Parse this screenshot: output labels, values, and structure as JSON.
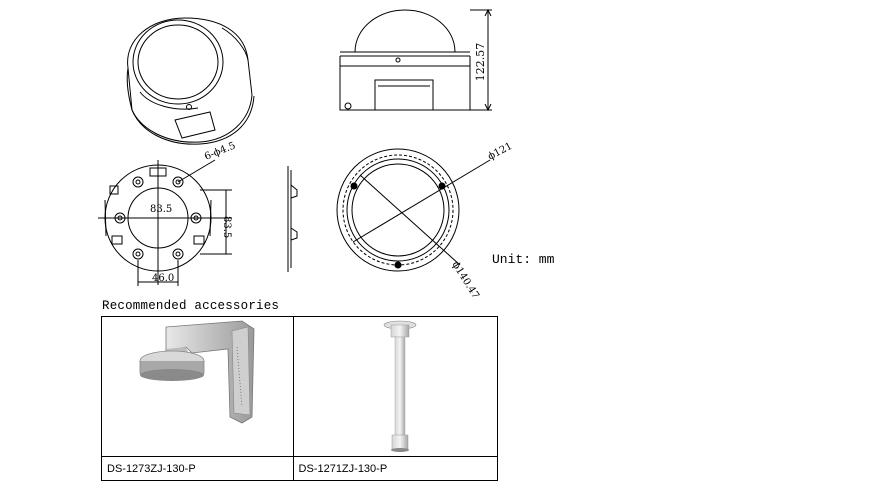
{
  "dimensions": {
    "height": "122.57",
    "hole_pattern": "6-ϕ4.5",
    "inner_dia_1": "83.5",
    "inner_dia_2": "83.5",
    "base_width": "46.0",
    "outer_dia": "ϕ121",
    "mount_dia": "ϕ140.47"
  },
  "unit": "Unit: mm",
  "accessories": {
    "heading": "Recommended accessories",
    "items": [
      {
        "model": "DS-1273ZJ-130-P",
        "icon": "wall-mount-bracket-icon"
      },
      {
        "model": "DS-1271ZJ-130-P",
        "icon": "pendant-pole-mount-icon"
      }
    ]
  }
}
